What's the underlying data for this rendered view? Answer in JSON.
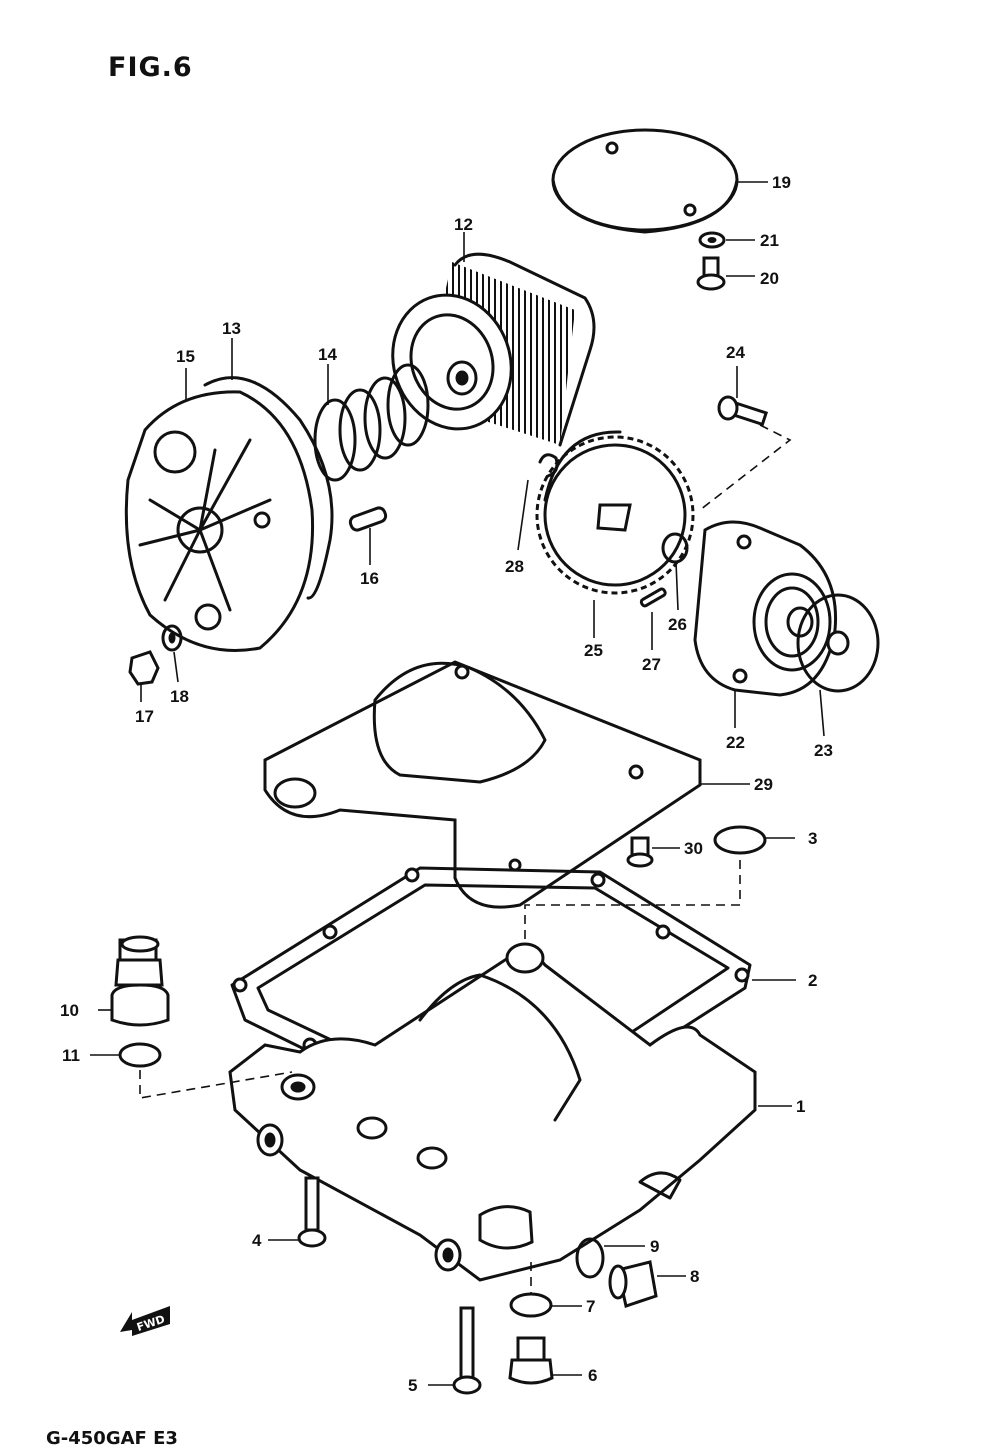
{
  "title": "FIG.6",
  "footer_model": "G-450GAF  E3",
  "direction_mark": "FWD",
  "colors": {
    "line": "#111111",
    "background": "#ffffff"
  },
  "callouts": [
    {
      "num": "1",
      "part": "oil-pan"
    },
    {
      "num": "2",
      "part": "oil-pan-gasket"
    },
    {
      "num": "3",
      "part": "o-ring"
    },
    {
      "num": "4",
      "part": "bolt"
    },
    {
      "num": "5",
      "part": "bolt"
    },
    {
      "num": "6",
      "part": "bolt"
    },
    {
      "num": "7",
      "part": "gasket"
    },
    {
      "num": "8",
      "part": "drain-plug"
    },
    {
      "num": "9",
      "part": "gasket"
    },
    {
      "num": "10",
      "part": "oil-pressure-switch"
    },
    {
      "num": "11",
      "part": "gasket"
    },
    {
      "num": "12",
      "part": "oil-filter"
    },
    {
      "num": "13",
      "part": "o-ring"
    },
    {
      "num": "14",
      "part": "spring"
    },
    {
      "num": "15",
      "part": "filter-cap"
    },
    {
      "num": "16",
      "part": "pin"
    },
    {
      "num": "17",
      "part": "cap-nut"
    },
    {
      "num": "18",
      "part": "washer"
    },
    {
      "num": "19",
      "part": "oil-strainer"
    },
    {
      "num": "20",
      "part": "screw"
    },
    {
      "num": "21",
      "part": "washer"
    },
    {
      "num": "22",
      "part": "oil-pump"
    },
    {
      "num": "23",
      "part": "o-ring"
    },
    {
      "num": "24",
      "part": "screw"
    },
    {
      "num": "25",
      "part": "oil-pump-gear"
    },
    {
      "num": "26",
      "part": "washer"
    },
    {
      "num": "27",
      "part": "pin"
    },
    {
      "num": "28",
      "part": "circlip"
    },
    {
      "num": "29",
      "part": "gasket"
    },
    {
      "num": "30",
      "part": "bolt"
    }
  ]
}
